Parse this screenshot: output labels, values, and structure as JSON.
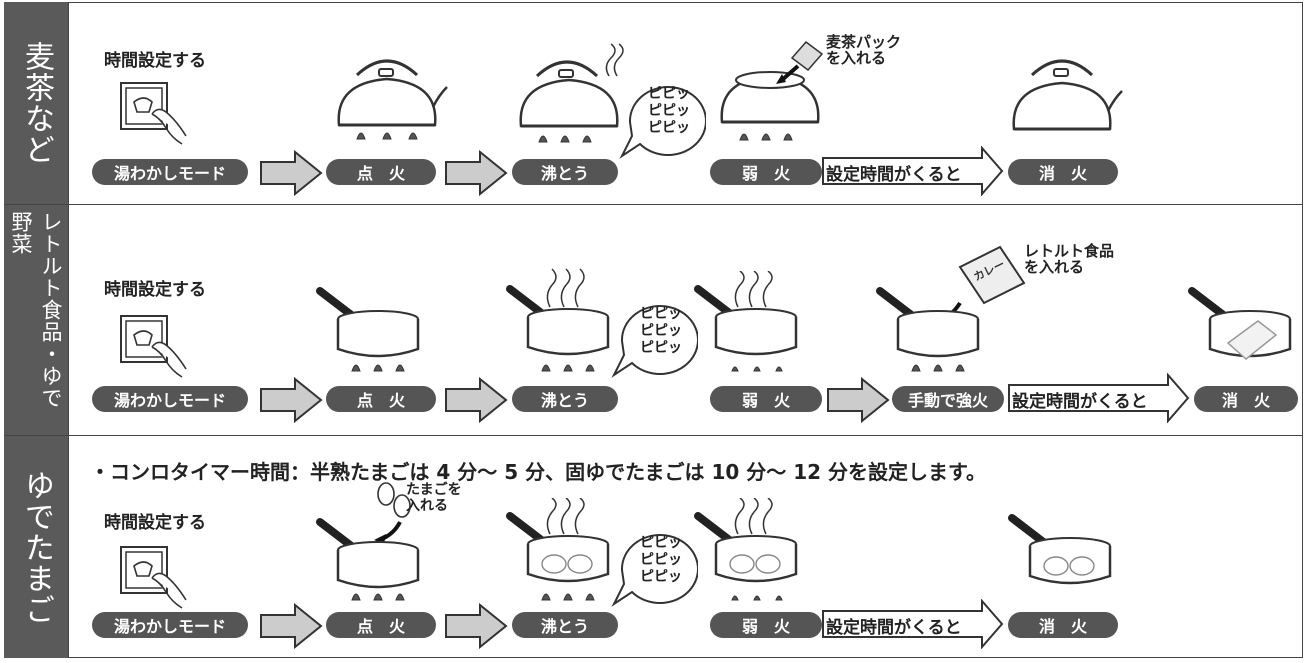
{
  "rows": [
    {
      "category": "麦茶など",
      "set_timer": "時間設定する",
      "mode_label": "湯わかしモード",
      "ignite_label": "点　火",
      "boil_label": "沸とう",
      "low_label": "弱　火",
      "when_time": "設定時間がくると",
      "off_label": "消　火",
      "beep_lines": [
        "ピピッ",
        "ピピッ",
        "ピピッ"
      ],
      "insert_note": [
        "麦茶パック",
        "を入れる"
      ]
    },
    {
      "category": "レトルト食品・ゆで野菜",
      "set_timer": "時間設定する",
      "mode_label": "湯わかしモード",
      "ignite_label": "点　火",
      "boil_label": "沸とう",
      "low_label": "弱　火",
      "manual_high": "手動で強火",
      "when_time": "設定時間がくると",
      "off_label": "消　火",
      "beep_lines": [
        "ピピッ",
        "ピピッ",
        "ピピッ"
      ],
      "insert_note": [
        "レトルト食品",
        "を入れる"
      ],
      "pouch_text": "カレー"
    },
    {
      "category": "ゆでたまご",
      "note": "・コンロタイマー時間：半熟たまごは 4 分～ 5 分、固ゆでたまごは 10 分～ 12 分を設定します。",
      "set_timer": "時間設定する",
      "mode_label": "湯わかしモード",
      "ignite_label": "点　火",
      "boil_label": "沸とう",
      "low_label": "弱　火",
      "when_time": "設定時間がくると",
      "off_label": "消　火",
      "beep_lines": [
        "ピピッ",
        "ピピッ",
        "ピピッ"
      ],
      "insert_note": [
        "たまごを",
        "入れる"
      ]
    }
  ],
  "colors": {
    "sidebar": "#5a5a5a",
    "pill": "#555555",
    "arrow_fill": "#cccccc",
    "outline": "#333333"
  }
}
